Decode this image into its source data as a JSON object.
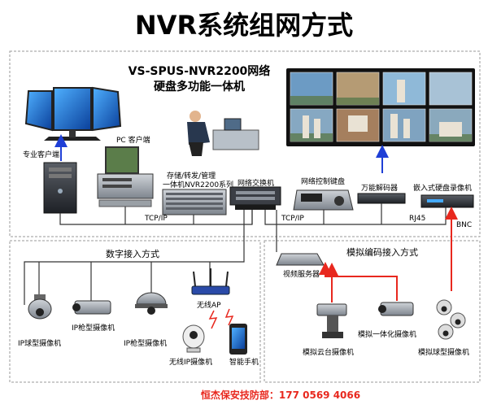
{
  "title": "NVR系统组网方式",
  "product": {
    "line1": "VS-SPUS-NVR2200网络",
    "line2": "硬盘多功能一体机"
  },
  "labels": {
    "pro_client": "专业客户端",
    "pc_client": "PC 客户端",
    "nvr_line1": "存储/转发/管理",
    "nvr_line2": "一体机NVR2200系列",
    "switch": "网络交换机",
    "keyboard": "网络控制键盘",
    "decoder": "万能解码器",
    "dvr": "嵌入式硬盘录像机",
    "tcpip_1": "TCP/IP",
    "tcpip_2": "TCP/IP",
    "rj45": "RJ45",
    "bnc": "BNC"
  },
  "digital": {
    "title": "数字接入方式",
    "ip_dome": "IP球型摄像机",
    "ip_gun": "IP枪型摄像机",
    "ip_half_dome": "IP枪型摄像机",
    "wireless_ap": "无线AP",
    "wireless_ip": "无线IP摄像机",
    "smartphone": "智能手机"
  },
  "analog": {
    "title": "模拟编码接入方式",
    "video_server": "视频服务器",
    "ptz": "模拟云台摄像机",
    "integrated": "模拟一体化摄像机",
    "dome": "模拟球型摄像机"
  },
  "footer": "恒杰保安技防部：177 0569 4066",
  "colors": {
    "blue_arrow": "#1f3fd6",
    "red_arrow": "#e8281e",
    "footer": "#e8281e",
    "wire": "#333333"
  }
}
